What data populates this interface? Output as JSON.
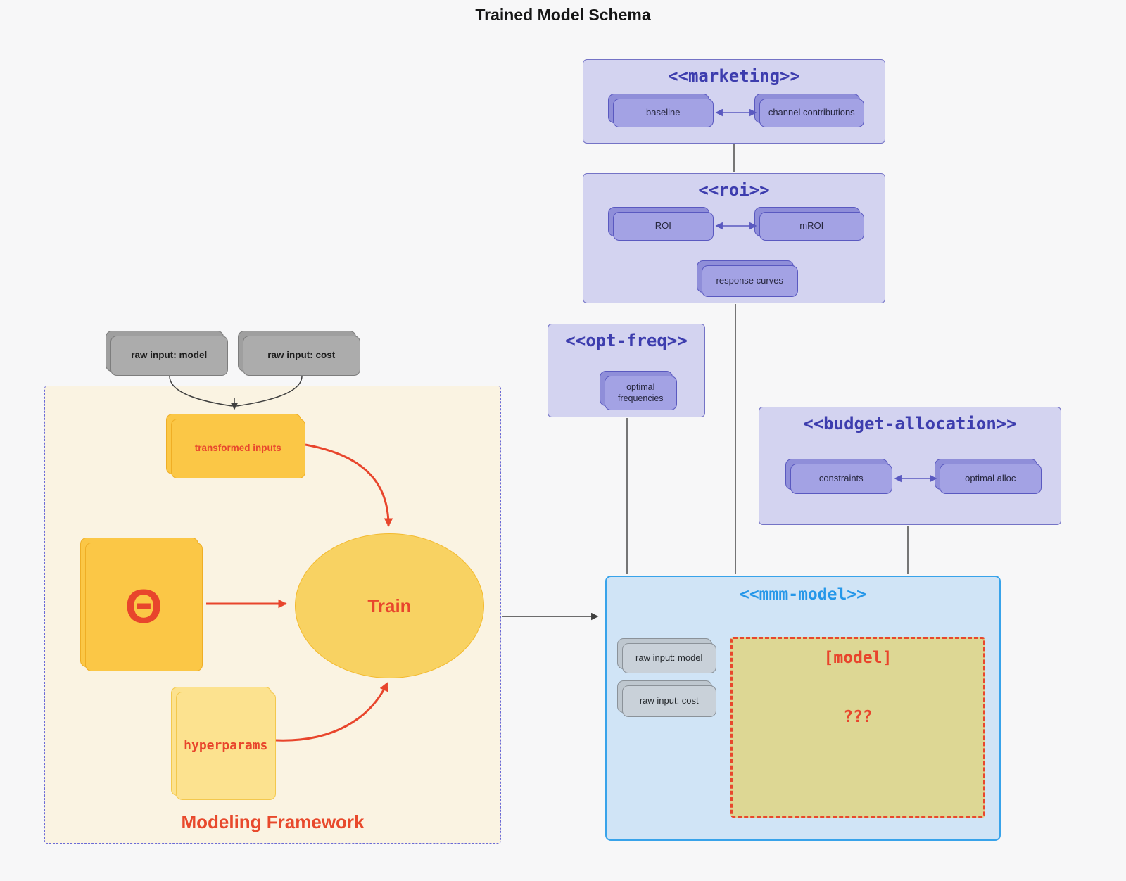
{
  "title": "Trained Model Schema",
  "marketing": {
    "title": "<<marketing>>",
    "nodes": {
      "baseline": "baseline",
      "channel_contributions": "channel contributions"
    }
  },
  "roi": {
    "title": "<<roi>>",
    "nodes": {
      "roi": "ROI",
      "mroi": "mROI",
      "response_curves": "response curves"
    }
  },
  "opt_freq": {
    "title": "<<opt-freq>>",
    "nodes": {
      "optimal_frequencies": "optimal frequencies"
    }
  },
  "budget": {
    "title": "<<budget-allocation>>",
    "nodes": {
      "constraints": "constraints",
      "optimal_alloc": "optimal alloc"
    }
  },
  "mmm": {
    "title": "<<mmm-model>>",
    "nodes": {
      "raw_model": "raw input: model",
      "raw_cost": "raw input: cost",
      "model_box": "[model]",
      "unknown": "???"
    }
  },
  "inputs": {
    "model": "raw input: model",
    "cost": "raw input: cost"
  },
  "framework": {
    "label": "Modeling Framework",
    "nodes": {
      "transformed_inputs": "transformed inputs",
      "theta": "Θ",
      "train": "Train",
      "hyperparams": "hyperparams"
    }
  },
  "colors": {
    "background": "#f7f7f8",
    "purple_container_fill": "#d3d3f0",
    "purple_container_border": "#7473c6",
    "purple_node_fill": "#a3a2e4",
    "purple_node_border": "#5a59c0",
    "purple_title": "#3d3dae",
    "blue_container_fill": "#d0e4f6",
    "blue_container_border": "#38a3ea",
    "blue_title": "#2597e9",
    "gray_node_fill": "#acacac",
    "slate_node_fill": "#c9d1d9",
    "khaki_fill": "#ddd794",
    "cream_fill": "#faf3e2",
    "gold_fill": "#fbc746",
    "gold_light_fill": "#fce28f",
    "ellipse_fill": "#f8d262",
    "red_accent": "#e8452c",
    "dark_line": "#3f3f3f"
  }
}
